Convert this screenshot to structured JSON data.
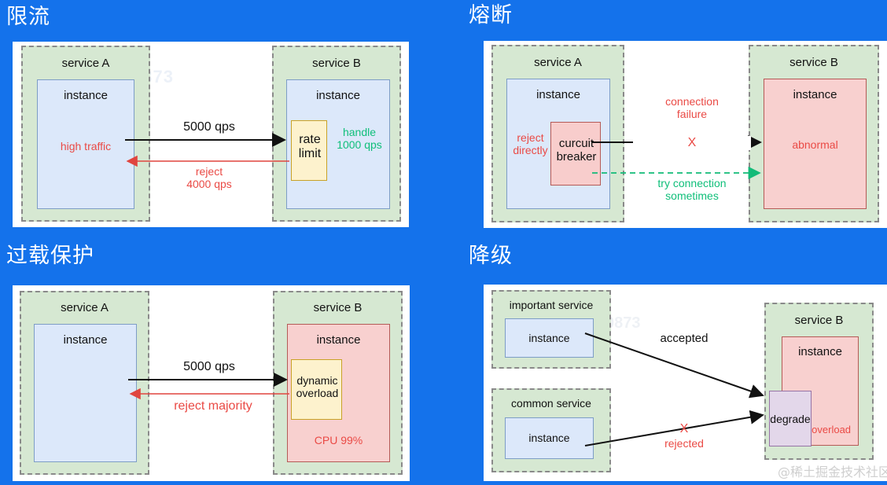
{
  "page": {
    "background_color": "#1472eb",
    "watermark": "@稀土掘金技术社区",
    "faint_watermark": "0873"
  },
  "colors": {
    "service_green_fill": "#d6e8d2",
    "service_dash_border": "#8a8a8a",
    "instance_blue_fill": "#dce8fa",
    "instance_blue_border": "#7d9dc6",
    "instance_red_fill": "#f8d0cf",
    "instance_red_border": "#b55a56",
    "yellow_fill": "#fdf2cd",
    "yellow_border": "#c9a227",
    "purple_fill": "#e3d7ea",
    "purple_border": "#9673a6",
    "red_text": "#ea4a45",
    "green_text": "#10bf7a",
    "black_text": "#111111",
    "panel_white": "#ffffff"
  },
  "quadrants": [
    {
      "id": "rate-limiting",
      "title": "限流",
      "left_service": {
        "name": "service A",
        "instance_label": "instance",
        "instance_note": "high traffic",
        "instance_note_color": "red"
      },
      "right_service": {
        "name": "service B",
        "instance_label": "instance",
        "inner_box": {
          "line1": "rate",
          "line2": "limit",
          "style": "yellow"
        },
        "side_note_line1": "handle",
        "side_note_line2": "1000 qps",
        "side_note_color": "green"
      },
      "arrows": [
        {
          "label": "5000 qps",
          "color": "black",
          "direction": "right",
          "style": "solid"
        },
        {
          "label_line1": "reject",
          "label_line2": "4000 qps",
          "color": "red",
          "direction": "left",
          "style": "solid"
        }
      ]
    },
    {
      "id": "circuit-breaking",
      "title": "熔断",
      "left_service": {
        "name": "service A",
        "instance_label": "instance",
        "instance_note_line1": "reject",
        "instance_note_line2": "directly",
        "instance_note_color": "red",
        "inner_box": {
          "line1": "curcuit",
          "line2": "breaker",
          "style": "red"
        }
      },
      "right_service": {
        "name": "service B",
        "instance_label": "instance",
        "instance_note": "abnormal",
        "instance_note_color": "red"
      },
      "arrows": [
        {
          "label_line1": "connection",
          "label_line2": "failure",
          "marker": "X",
          "color": "red",
          "line_color": "black",
          "direction": "right",
          "style": "solid"
        },
        {
          "label_line1": "try connection",
          "label_line2": "sometimes",
          "color": "green",
          "direction": "right",
          "style": "dashed"
        }
      ]
    },
    {
      "id": "overload-protection",
      "title": "过载保护",
      "left_service": {
        "name": "service A",
        "instance_label": "instance"
      },
      "right_service": {
        "name": "service B",
        "instance_label": "instance",
        "inner_box": {
          "line1": "dynamic",
          "line2": "overload",
          "style": "yellow"
        },
        "instance_note": "CPU 99%",
        "instance_note_color": "red"
      },
      "arrows": [
        {
          "label": "5000 qps",
          "color": "black",
          "direction": "right",
          "style": "solid"
        },
        {
          "label": "reject majority",
          "color": "red",
          "direction": "left",
          "style": "solid"
        }
      ]
    },
    {
      "id": "degradation",
      "title": "降级",
      "sources": [
        {
          "name": "important service",
          "instance_label": "instance"
        },
        {
          "name": "common service",
          "instance_label": "instance"
        }
      ],
      "target": {
        "name": "service B",
        "instance_label": "instance",
        "inner_box": {
          "line1": "degrade",
          "style": "purple"
        },
        "instance_note": "high overload",
        "instance_note_color": "red"
      },
      "arrows": [
        {
          "label": "accepted",
          "color": "black",
          "direction": "down-right",
          "style": "solid"
        },
        {
          "label": "rejected",
          "marker": "X",
          "color": "red",
          "line_color": "black",
          "direction": "up-right",
          "style": "solid"
        }
      ]
    }
  ]
}
